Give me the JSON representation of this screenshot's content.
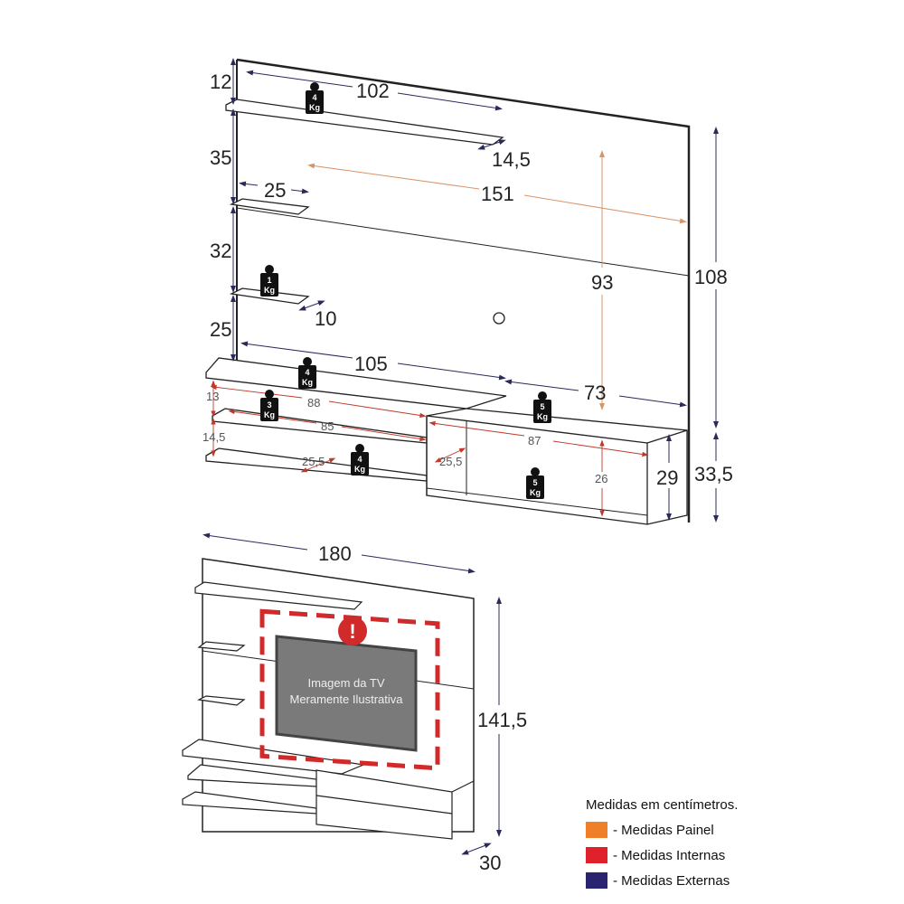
{
  "top_view": {
    "dimensions_external": {
      "top_gap": "12",
      "shelf_top_width": "102",
      "shelf_top_depth": "14,5",
      "gap_2": "35",
      "small_shelf_width": "25",
      "gap_3": "32",
      "small_shelf_depth": "10",
      "gap_4": "25",
      "rack_left_width": "105",
      "rack_right_width": "73",
      "panel_height": "108",
      "rack_height": "29",
      "total_rack_height": "33,5"
    },
    "dimensions_panel": {
      "panel_width": "151",
      "panel_tv_height": "93"
    },
    "dimensions_internal": {
      "niche_height_1": "13",
      "niche_height_2": "14,5",
      "niche_width_upper": "88",
      "niche_width_lower": "85",
      "niche_depth_left": "25,5",
      "niche_depth_mid": "25,5",
      "niche_width_right": "87",
      "niche_height_right": "26"
    },
    "weights": [
      {
        "value": "4",
        "unit": "Kg"
      },
      {
        "value": "1",
        "unit": "Kg"
      },
      {
        "value": "4",
        "unit": "Kg"
      },
      {
        "value": "3",
        "unit": "Kg"
      },
      {
        "value": "4",
        "unit": "Kg"
      },
      {
        "value": "5",
        "unit": "Kg"
      },
      {
        "value": "5",
        "unit": "Kg"
      }
    ]
  },
  "bottom_view": {
    "width": "180",
    "height": "141,5",
    "depth": "30",
    "tv_label_line1": "Imagem da TV",
    "tv_label_line2": "Meramente Ilustrativa",
    "warning_symbol": "!"
  },
  "legend": {
    "title": "Medidas em centímetros.",
    "items": [
      {
        "label": "- Medidas Painel",
        "color": "#f07f2a"
      },
      {
        "label": "- Medidas Internas",
        "color": "#e0202a"
      },
      {
        "label": "- Medidas Externas",
        "color": "#2a2470"
      }
    ]
  },
  "colors": {
    "external": "#2a2a5a",
    "internal": "#c0392b",
    "panel": "#d9956a",
    "line": "#222222",
    "tv": "#7a7a7a"
  }
}
